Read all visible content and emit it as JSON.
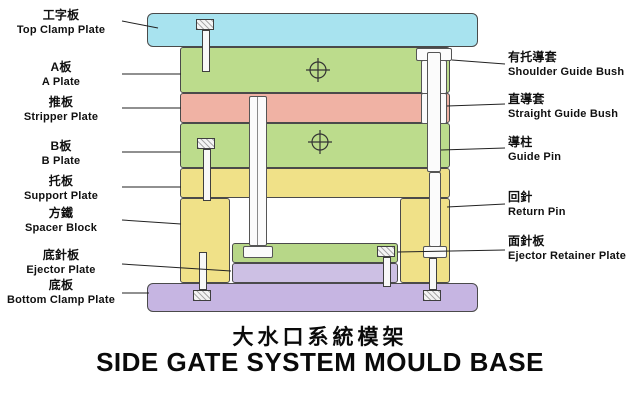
{
  "titles": {
    "zh": "大水口系統模架",
    "en": "SIDE GATE SYSTEM MOULD BASE"
  },
  "left_labels": [
    {
      "zh": "工字板",
      "en": "Top Clamp Plate"
    },
    {
      "zh": "A板",
      "en": "A Plate"
    },
    {
      "zh": "推板",
      "en": "Stripper Plate"
    },
    {
      "zh": "B板",
      "en": "B Plate"
    },
    {
      "zh": "托板",
      "en": "Support Plate"
    },
    {
      "zh": "方鐵",
      "en": "Spacer Block"
    },
    {
      "zh": "底針板",
      "en": "Ejector Plate"
    },
    {
      "zh": "底板",
      "en": "Bottom Clamp Plate"
    }
  ],
  "right_labels": [
    {
      "zh": "有托導套",
      "en": "Shoulder Guide Bush"
    },
    {
      "zh": "直導套",
      "en": "Straight Guide Bush"
    },
    {
      "zh": "導柱",
      "en": "Guide Pin"
    },
    {
      "zh": "回針",
      "en": "Return Pin"
    },
    {
      "zh": "面針板",
      "en": "Ejector Retainer Plate"
    }
  ],
  "colors": {
    "top_clamp_plate": "#a8e3ef",
    "a_plate": "#bcdc8c",
    "stripper_plate": "#f0b2a4",
    "b_plate": "#bcdc8c",
    "support_plate": "#f0e188",
    "spacer_block": "#f0e188",
    "ejector_retainer_plate": "#b7d788",
    "ejector_plate": "#cdc0e4",
    "bottom_clamp_plate": "#c6b5e2",
    "outline": "#4a4a4a",
    "text": "#101010"
  }
}
